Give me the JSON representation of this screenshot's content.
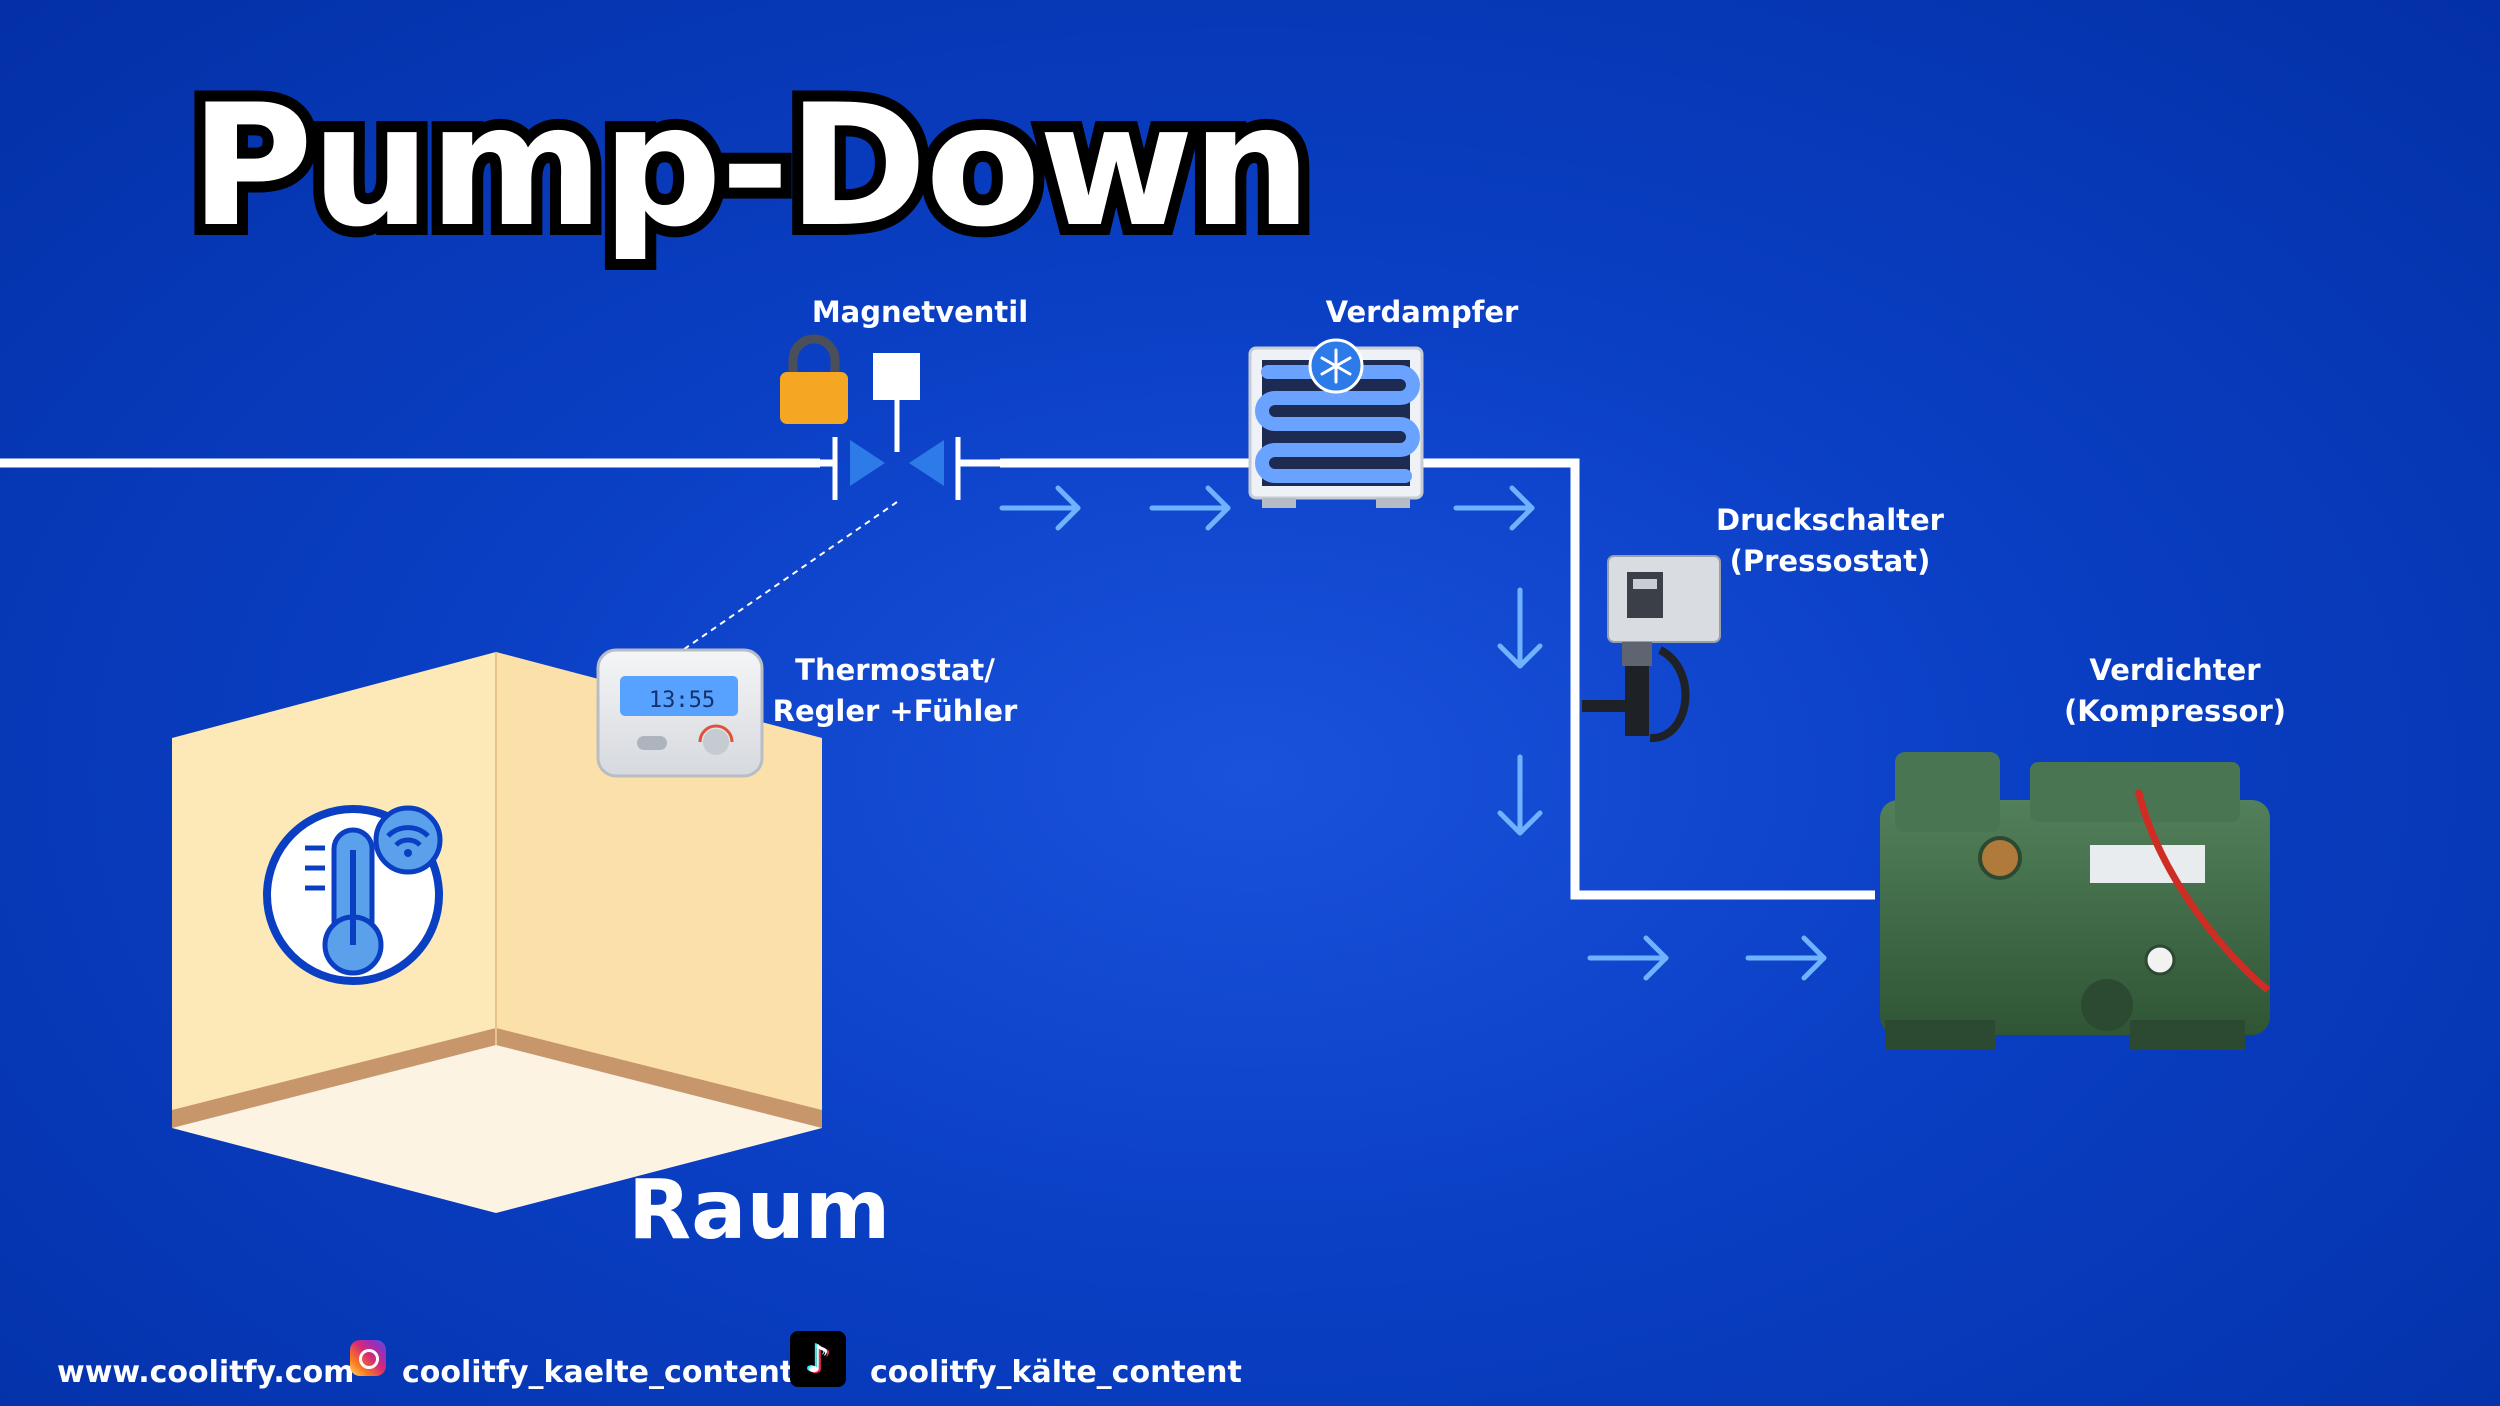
{
  "title": "Pump-Down",
  "components": {
    "magnetventil": "Magnetventil",
    "verdampfer": "Verdampfer",
    "druckschalter": "Druckschalter\n(Pressostat)",
    "thermostat": "Thermostat/\nRegler +Fühler",
    "verdichter": "Verdichter\n(Kompressor)"
  },
  "room_label": "Raum",
  "thermostat_display": "13:55",
  "footer": {
    "website": "www.coolitfy.com",
    "instagram": "coolitfy_kaelte_content",
    "tiktok": "coolitfy_kälte_content"
  },
  "colors": {
    "background": "#0a3fc4",
    "pipe": "#ffffff",
    "flow_arrow": "#6fb3ff",
    "lock": "#f5a623",
    "compressor": "#3f6b45",
    "room_wall": "#fde8b8"
  },
  "icons": [
    "lock-icon",
    "snowflake-icon",
    "thermometer-icon",
    "wifi-icon",
    "instagram-icon",
    "tiktok-icon"
  ]
}
